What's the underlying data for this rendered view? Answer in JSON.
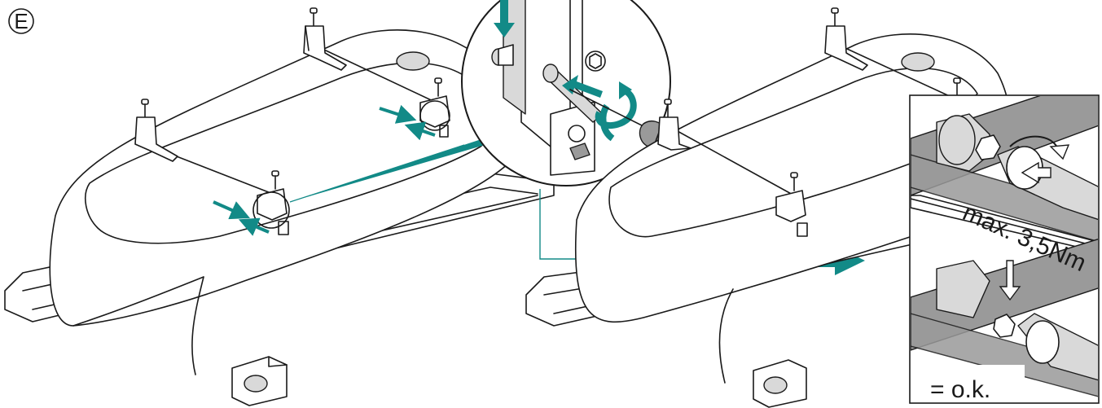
{
  "figure": {
    "step_label": "E",
    "torque_label": "max. 3,5Nm",
    "ok_label": "= o.k.",
    "colors": {
      "accent": "#128a87",
      "line": "#1a1a1a",
      "panel_gray": "#9a9a9a",
      "light_gray": "#d9d9d9",
      "background": "#ffffff"
    },
    "icons": [
      "bathtub",
      "mounting-clamp",
      "screwdriver",
      "rotate-arrow",
      "push-arrow",
      "hex-nut",
      "down-arrow"
    ]
  }
}
